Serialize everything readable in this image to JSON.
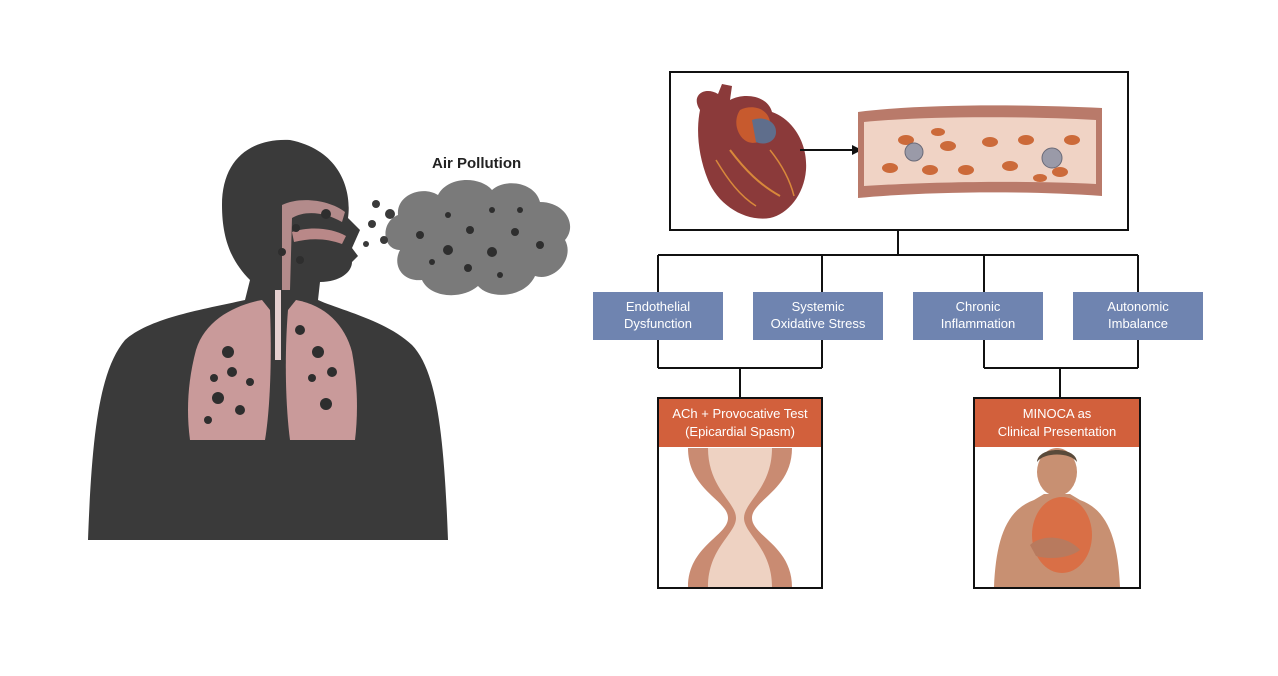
{
  "air_pollution_label": "Air Pollution",
  "mechanisms": [
    {
      "line1": "Endothelial",
      "line2": "Dysfunction"
    },
    {
      "line1": "Systemic",
      "line2": "Oxidative Stress"
    },
    {
      "line1": "Chronic",
      "line2": "Inflammation"
    },
    {
      "line1": "Autonomic",
      "line2": "Imbalance"
    }
  ],
  "outcomes": [
    {
      "line1": "ACh + Provocative Test",
      "line2": "(Epicardial Spasm)"
    },
    {
      "line1": "MINOCA as",
      "line2": "Clinical Presentation"
    }
  ],
  "colors": {
    "silhouette": "#3a3a3a",
    "lungs": "#c99a9a",
    "smog": "#7a7a7a",
    "mechanism_box": "#6f84b0",
    "outcome_header": "#d2603c",
    "vessel_wall": "#d4a48e",
    "blood_cell": "#cc6a3a"
  }
}
